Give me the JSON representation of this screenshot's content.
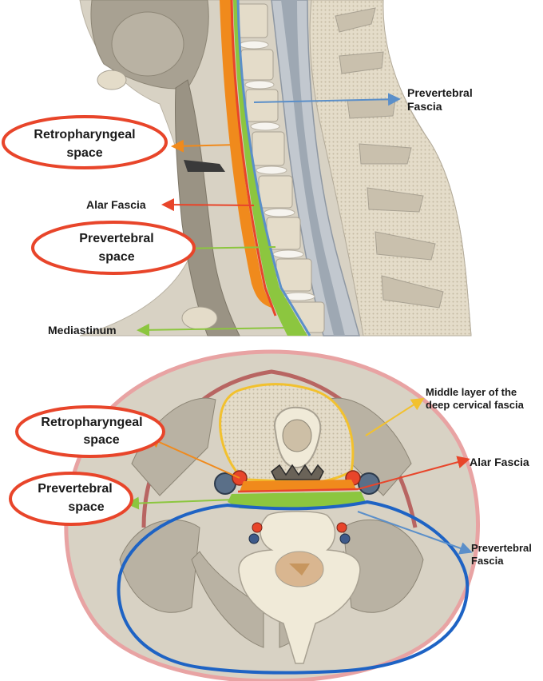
{
  "sagittal": {
    "labels": {
      "prevertebral_fascia_l1": "Prevertebral",
      "prevertebral_fascia_l2": "Fascia",
      "retropharyngeal_l1": "Retropharyngeal",
      "retropharyngeal_l2": "space",
      "alar_fascia": "Alar Fascia",
      "prevertebral_space_l1": "Prevertebral",
      "prevertebral_space_l2": "space",
      "mediastinum": "Mediastinum"
    }
  },
  "axial": {
    "labels": {
      "middle_layer_l1": "Middle layer of the",
      "middle_layer_l2": "deep cervical fascia",
      "retropharyngeal_l1": "Retropharyngeal",
      "retropharyngeal_l2": "space",
      "alar_fascia": "Alar Fascia",
      "prevertebral_space_l1": "Prevertebral",
      "prevertebral_space_l2": "space",
      "prevertebral_fascia_l1": "Prevertebral",
      "prevertebral_fascia_l2": "Fascia"
    }
  },
  "colors": {
    "retropharyngeal_space": "#f08a1c",
    "prevertebral_space": "#8cc63f",
    "alar_fascia": "#e8452a",
    "prevertebral_fascia": "#5b8fc9",
    "middle_layer_fascia": "#f2c12e",
    "callout_oval": "#e8452a",
    "skin": "#e8a3a3",
    "tissue": "#d8d2c4",
    "bone": "#f0ead8",
    "muscle": "#b9b2a3"
  }
}
